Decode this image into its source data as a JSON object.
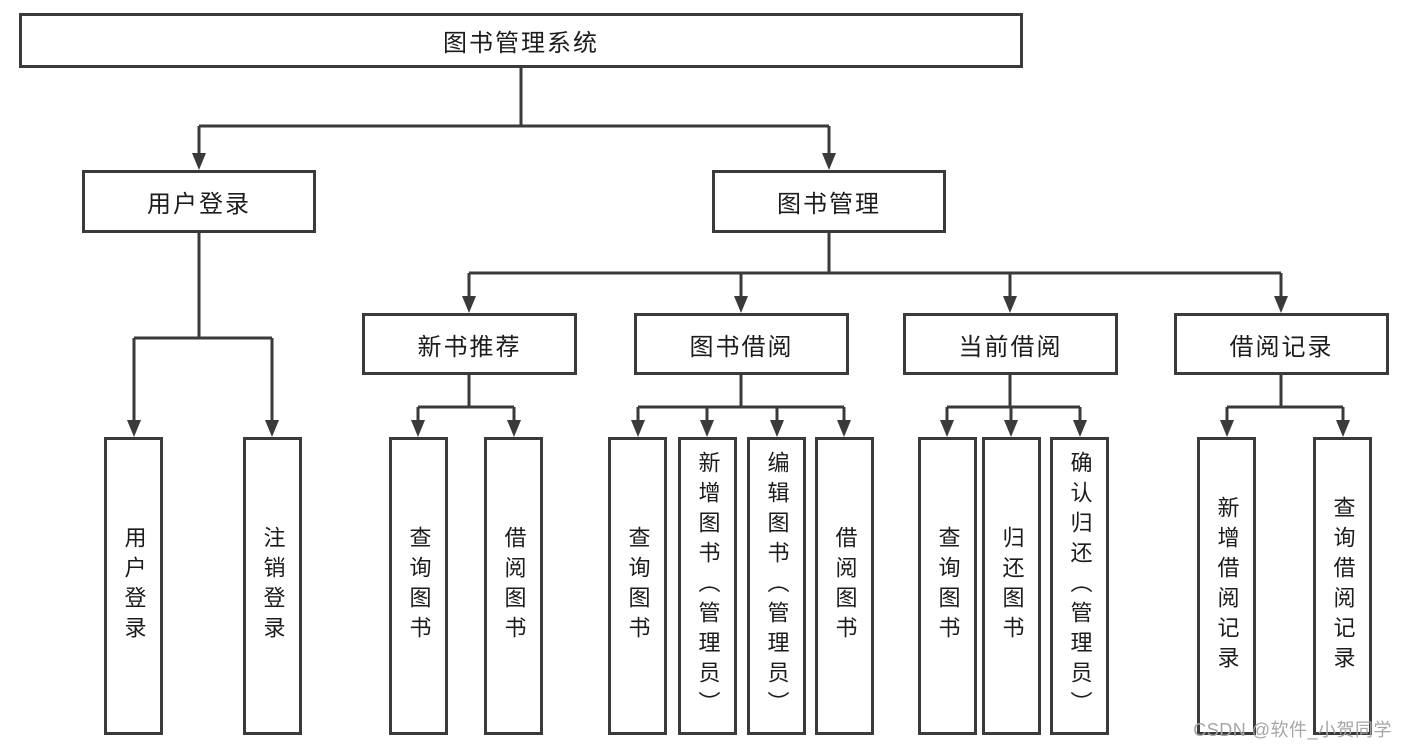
{
  "diagram": {
    "colors": {
      "line": "#3a3a3a",
      "text": "#1c1c1c",
      "watermark": "#a6a6a6",
      "background": "#ffffff"
    },
    "root": {
      "label": "图书管理系统"
    },
    "branches": [
      {
        "label": "用户登录",
        "children": [
          {
            "label": "用户登录"
          },
          {
            "label": "注销登录"
          }
        ]
      },
      {
        "label": "图书管理",
        "children": [
          {
            "label": "新书推荐",
            "children": [
              {
                "label": "查询图书"
              },
              {
                "label": "借阅图书"
              }
            ]
          },
          {
            "label": "图书借阅",
            "children": [
              {
                "label": "查询图书"
              },
              {
                "label": "新增图书（管理员）"
              },
              {
                "label": "编辑图书（管理员）"
              },
              {
                "label": "借阅图书"
              }
            ]
          },
          {
            "label": "当前借阅",
            "children": [
              {
                "label": "查询图书"
              },
              {
                "label": "归还图书"
              },
              {
                "label": "确认归还（管理员）"
              }
            ]
          },
          {
            "label": "借阅记录",
            "children": [
              {
                "label": "新增借阅记录"
              },
              {
                "label": "查询借阅记录"
              }
            ]
          }
        ]
      }
    ],
    "watermark": "CSDN @软件_小贺同学"
  }
}
